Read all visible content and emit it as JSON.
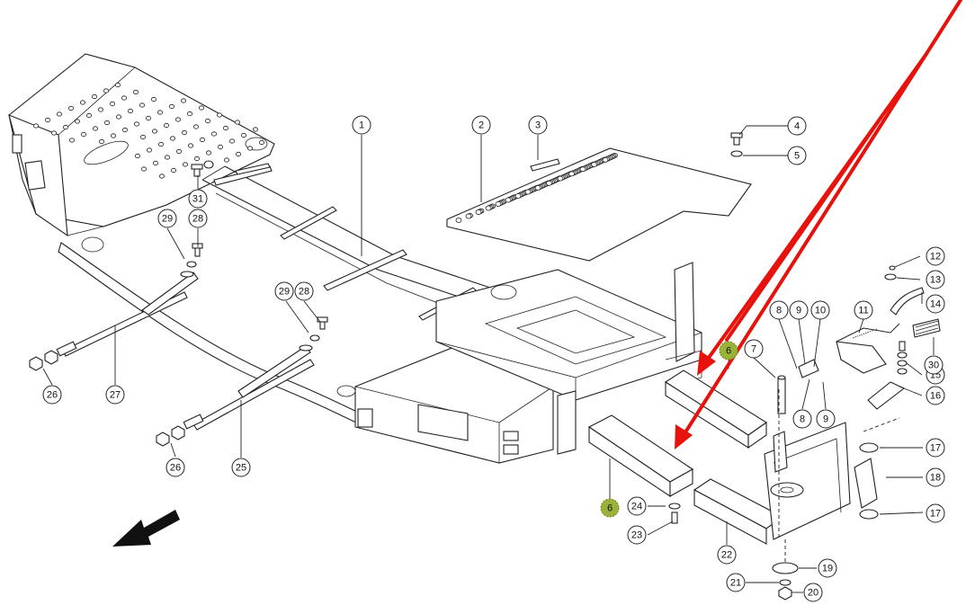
{
  "diagram": {
    "callouts": [
      {
        "id": "c1",
        "label": "1"
      },
      {
        "id": "c2",
        "label": "2"
      },
      {
        "id": "c3",
        "label": "3"
      },
      {
        "id": "c4",
        "label": "4"
      },
      {
        "id": "c5",
        "label": "5"
      },
      {
        "id": "c6a",
        "label": "6"
      },
      {
        "id": "c6b",
        "label": "6"
      },
      {
        "id": "c7",
        "label": "7"
      },
      {
        "id": "c8a",
        "label": "8"
      },
      {
        "id": "c8b",
        "label": "8"
      },
      {
        "id": "c9a",
        "label": "9"
      },
      {
        "id": "c9b",
        "label": "9"
      },
      {
        "id": "c10",
        "label": "10"
      },
      {
        "id": "c11",
        "label": "11"
      },
      {
        "id": "c12",
        "label": "12"
      },
      {
        "id": "c13",
        "label": "13"
      },
      {
        "id": "c14",
        "label": "14"
      },
      {
        "id": "c15",
        "label": "15"
      },
      {
        "id": "c16",
        "label": "16"
      },
      {
        "id": "c17a",
        "label": "17"
      },
      {
        "id": "c17b",
        "label": "17"
      },
      {
        "id": "c18",
        "label": "18"
      },
      {
        "id": "c19",
        "label": "19"
      },
      {
        "id": "c20",
        "label": "20"
      },
      {
        "id": "c21",
        "label": "21"
      },
      {
        "id": "c22",
        "label": "22"
      },
      {
        "id": "c23",
        "label": "23"
      },
      {
        "id": "c24",
        "label": "24"
      },
      {
        "id": "c25",
        "label": "25"
      },
      {
        "id": "c26a",
        "label": "26"
      },
      {
        "id": "c26b",
        "label": "26"
      },
      {
        "id": "c27",
        "label": "27"
      },
      {
        "id": "c28a",
        "label": "28"
      },
      {
        "id": "c28b",
        "label": "28"
      },
      {
        "id": "c29a",
        "label": "29"
      },
      {
        "id": "c29b",
        "label": "29"
      },
      {
        "id": "c30",
        "label": "30"
      },
      {
        "id": "c31",
        "label": "31"
      }
    ],
    "highlight_color": "#9bb23a",
    "arrow_color": "#e8120d",
    "line_color": "#222222"
  }
}
